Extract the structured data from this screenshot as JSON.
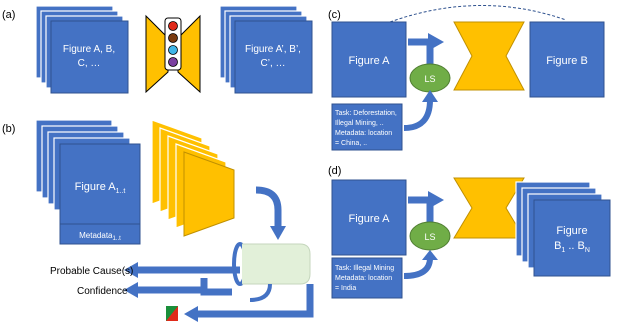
{
  "panel_a": {
    "label": "(a)",
    "input_line1": "Figure A, B,",
    "input_line2": "C, …",
    "output_line1": "Figure A’, B’,",
    "output_line2": "C’, …",
    "latent_colors": [
      "#e02a1a",
      "#7a3b10",
      "#3fb6e8",
      "#7a3fa0"
    ]
  },
  "panel_b": {
    "label": "(b)",
    "figure_main": "Figure A",
    "figure_sub": "1..t",
    "metadata_main": "Metadata",
    "metadata_sub": "1..t",
    "probable_cause": "Probable Cause(s)",
    "confidence": "Confidence"
  },
  "panel_c": {
    "label": "(c)",
    "figure_in": "Figure A",
    "figure_out": "Figure B",
    "ls": "LS",
    "task_lines": [
      "Task: Deforestation,",
      "Illegal Mining, ..",
      "Metadata: location",
      "= China, .."
    ]
  },
  "panel_d": {
    "label": "(d)",
    "figure_in": "Figure A",
    "ls": "LS",
    "figure_out_line1": "Figure",
    "figure_out_b1": "B",
    "figure_out_sub1": "1",
    "figure_out_mid": " .. B",
    "figure_out_subN": "N",
    "task_lines": [
      "Task: Illegal Mining",
      "Metadata: location",
      "= India"
    ]
  },
  "colors": {
    "figure_blue": "#4472c4",
    "figure_edge": "#2f528f",
    "encoder_gold": "#ffc000",
    "ls_green": "#70ad47",
    "cylinder_fill": "#e2f0d9"
  }
}
